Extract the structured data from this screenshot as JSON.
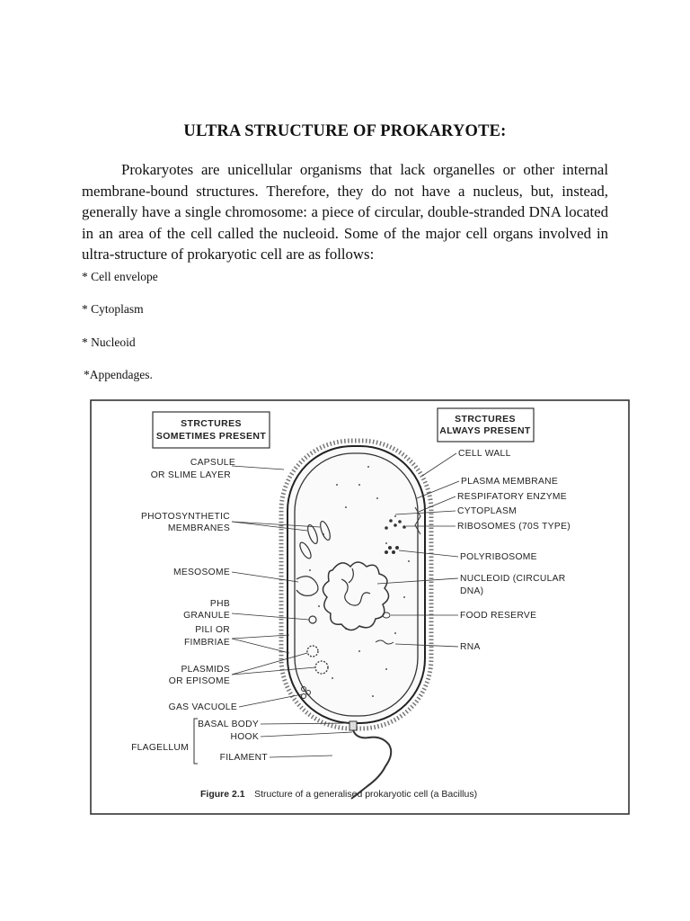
{
  "title": "ULTRA STRUCTURE OF PROKARYOTE:",
  "paragraph": "Prokaryotes are unicellular organisms that lack organelles or other internal membrane-bound structures. Therefore, they do not have a nucleus, but, instead, generally have a single chromosome: a piece of circular, double-stranded DNA located in an area of the cell called the nucleoid. Some of the major cell organs involved in ultra-structure of prokaryotic cell are as follows:",
  "bullets": [
    "* Cell envelope",
    "* Cytoplasm",
    "* Nucleoid",
    "*Appendages."
  ],
  "figure": {
    "box_left": [
      "STRCTURES",
      "SOMETIMES PRESENT"
    ],
    "box_right": [
      "STRCTURES",
      "ALWAYS PRESENT"
    ],
    "left_labels": {
      "capsule": [
        "CAPSULE",
        "OR SLIME LAYER"
      ],
      "photosynthetic": [
        "PHOTOSYNTHETIC",
        "MEMBRANES"
      ],
      "mesosome": "MESOSOME",
      "phb": [
        "PHB",
        "GRANULE"
      ],
      "pili": [
        "PILI OR",
        "FIMBRIAE"
      ],
      "plasmids": [
        "PLASMIDS",
        "OR EPISOME"
      ],
      "gas_vacuole": "GAS VACUOLE",
      "basal_body": "BASAL BODY",
      "hook": "HOOK",
      "flagellum": "FLAGELLUM",
      "filament": "FILAMENT"
    },
    "right_labels": {
      "cell_wall": "CELL WALL",
      "plasma_membrane": "PLASMA MEMBRANE",
      "respiratory_enzyme": "RESPIFATORY ENZYME",
      "cytoplasm": "CYTOPLASM",
      "ribosomes": "RIBOSOMES (70S TYPE)",
      "polyribosome": "POLYRIBOSOME",
      "nucleoid": [
        "NUCLEOID (CIRCULAR",
        "DNA)"
      ],
      "food_reserve": "FOOD RESERVE",
      "rna": "RNA"
    },
    "caption_bold": "Figure 2.1",
    "caption": "Structure of a generalised prokaryotic cell (a Bacillus)"
  }
}
